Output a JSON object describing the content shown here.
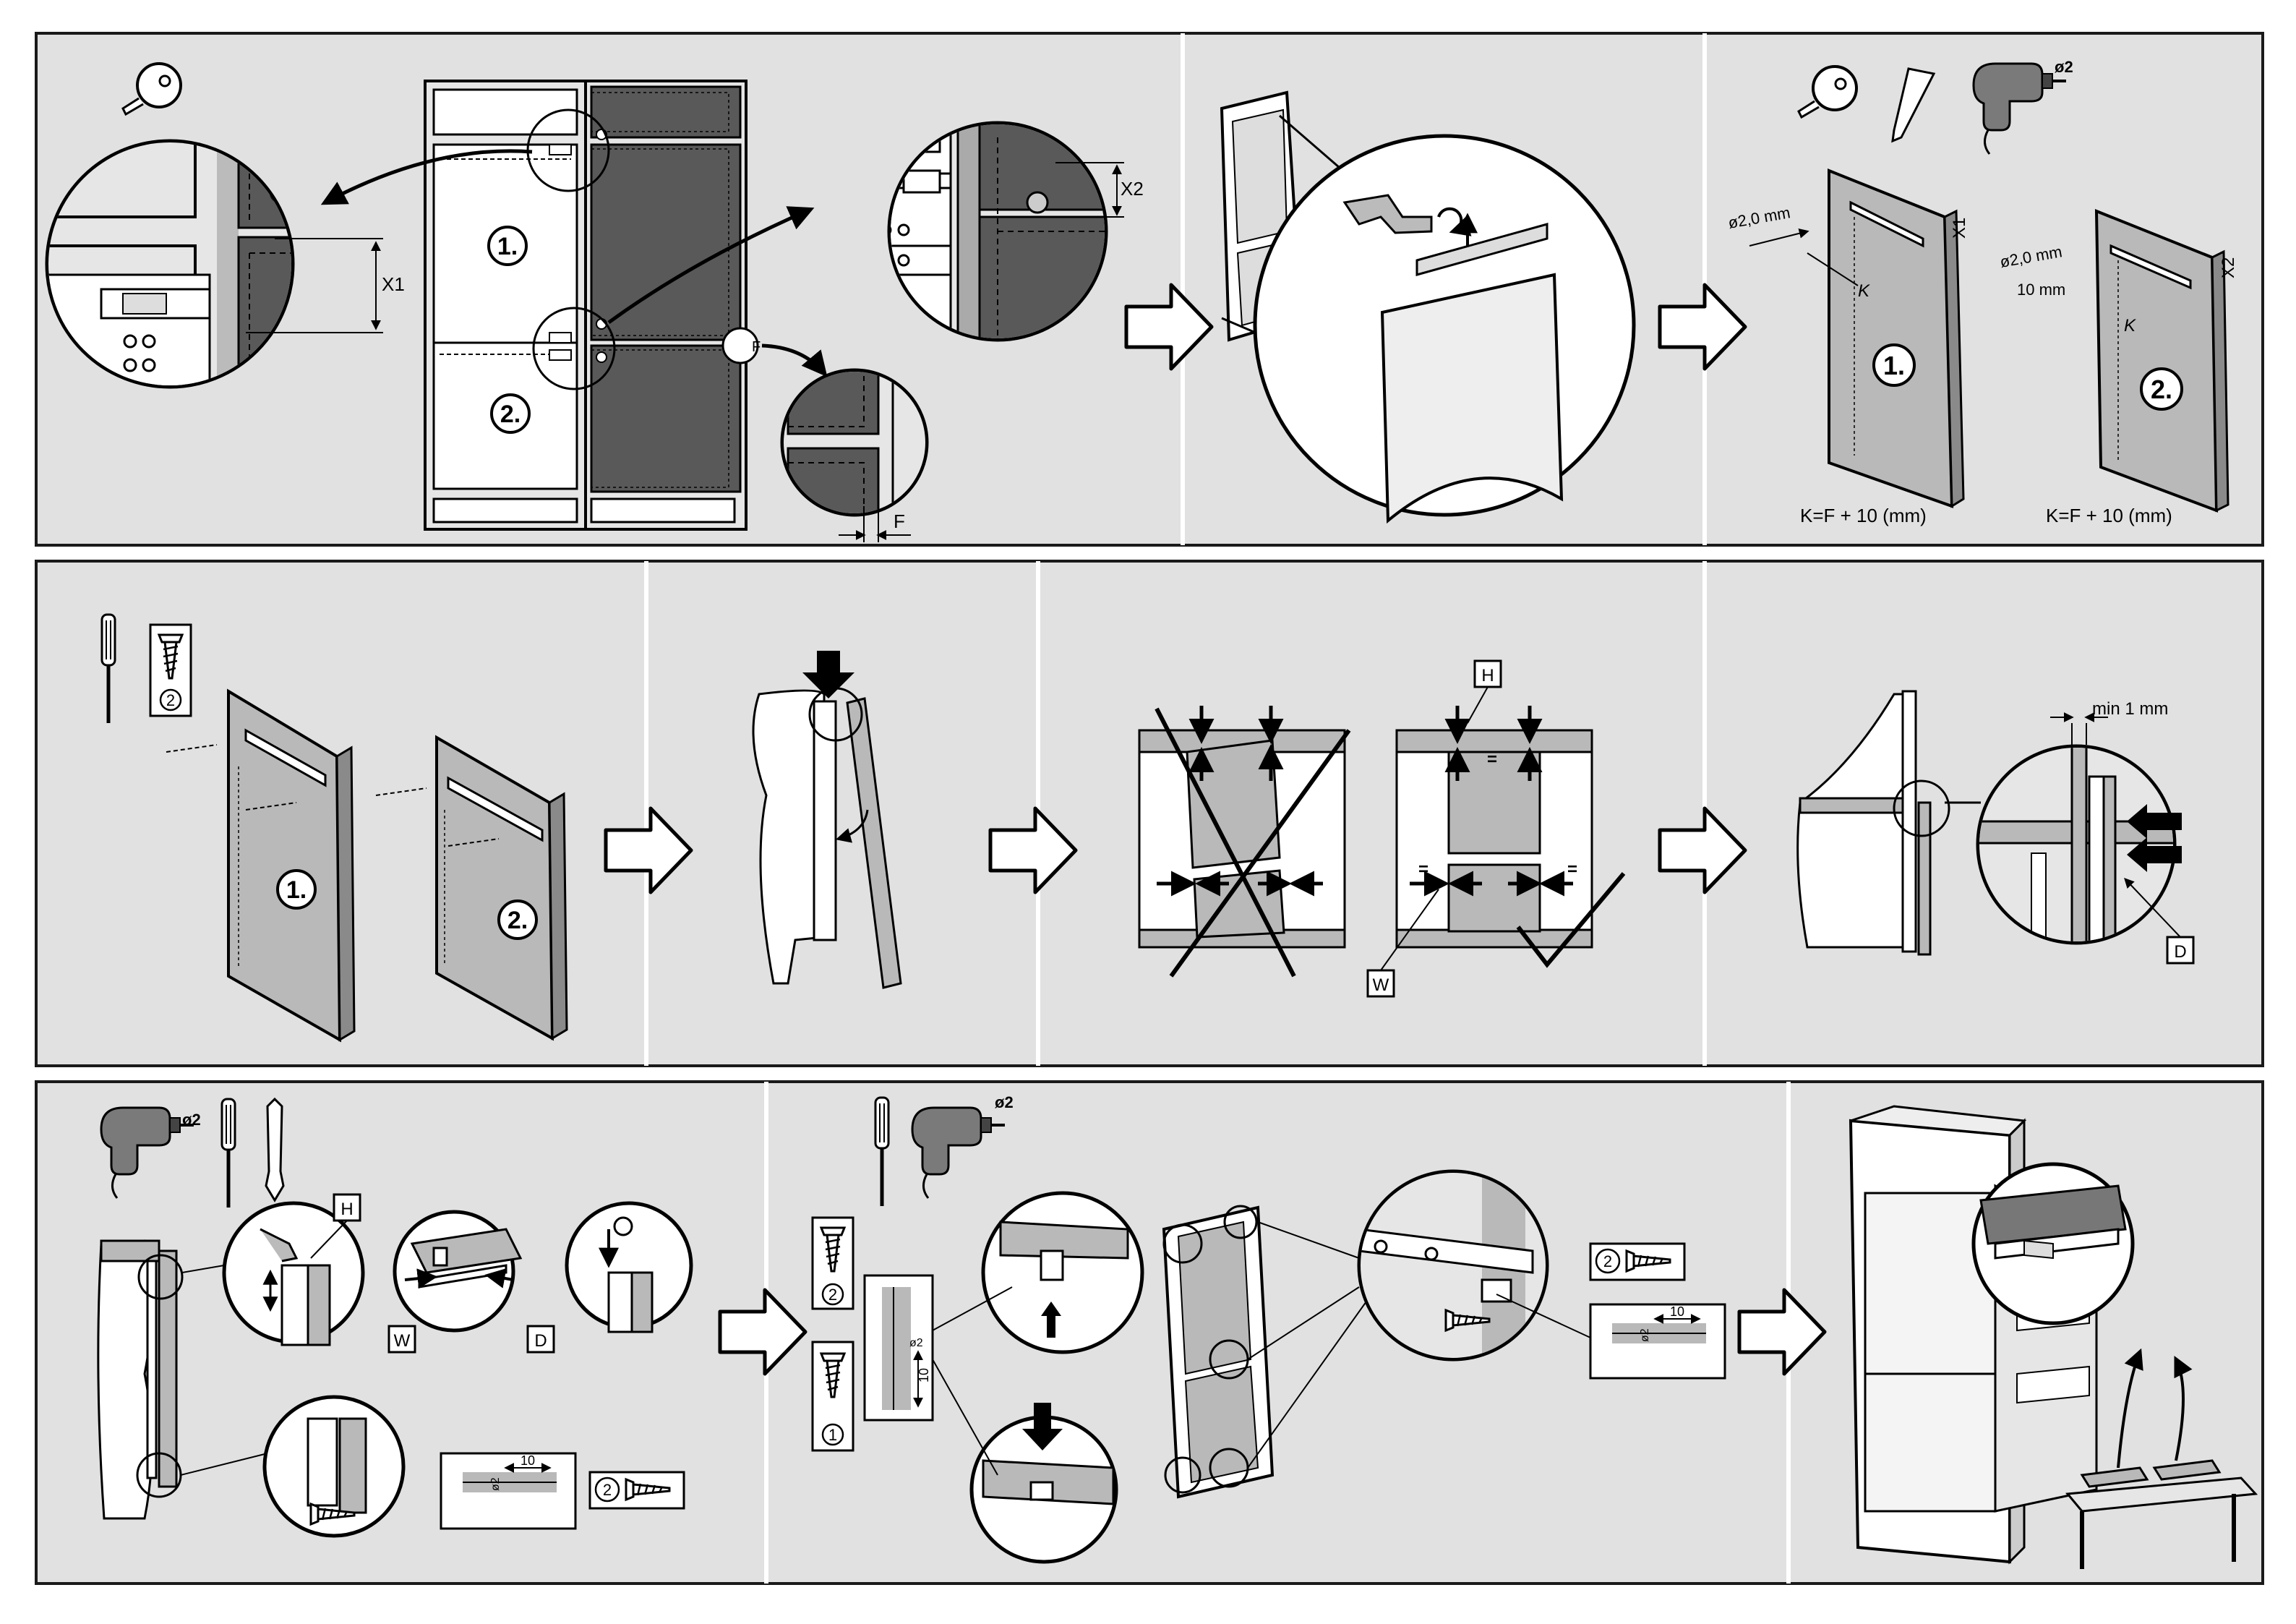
{
  "labels": {
    "x1": "X1",
    "x2": "X2",
    "f": "F",
    "step1": "1.",
    "step2": "2.",
    "dia_2mm": "ø2,0 mm",
    "ten_mm": "10 mm",
    "k": "K",
    "k_formula": "K=F + 10 (mm)",
    "h": "H",
    "w": "W",
    "d": "D",
    "eq": "=",
    "min_gap": "min 1 mm",
    "drill_dia": "ø2",
    "screw_2": "2",
    "screw_1": "1",
    "depth_10": "10"
  },
  "colors": {
    "panel_bg": "#e1e1e1",
    "frame": "#1a1a1a",
    "dark_panel": "#595959",
    "door_grey": "#b9b9b9",
    "white": "#ffffff"
  },
  "icons": [
    "tape-measure-icon",
    "pencil-icon",
    "drill-icon",
    "screwdriver-icon",
    "screw-icon",
    "wrench-icon",
    "arrow-right-icon",
    "check-icon",
    "cross-icon"
  ]
}
